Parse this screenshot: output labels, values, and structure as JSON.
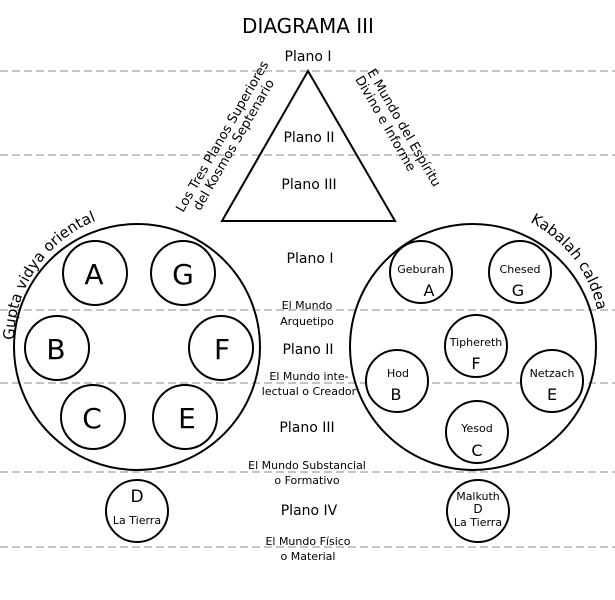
{
  "title": "DIAGRAMA III",
  "colors": {
    "line": "#000000",
    "dash": "#888888",
    "background": "#ffffff"
  },
  "triangle": {
    "plano_top": "Plano I",
    "plano_mid": "Plano II",
    "plano_low": "Plano III",
    "left_label_line1": "Los Tres Planos Superiores",
    "left_label_line2": "del Kosmos Septenario",
    "right_label_line1": "E Mundo del Espíritu",
    "right_label_line2": "Divino e Informe"
  },
  "center": {
    "plano1": "Plano I",
    "mundo1_line1": "El Mundo",
    "mundo1_line2": "Arquetipo",
    "plano2": "Plano II",
    "mundo2_line1": "El Mundo inte-",
    "mundo2_line2": "lectual o Creador",
    "plano3": "Plano III",
    "mundo3_line1": "El Mundo Substancial",
    "mundo3_line2": "o Formativo",
    "plano4": "Plano IV",
    "mundo4_line1": "El Mundo Físico",
    "mundo4_line2": "o Material"
  },
  "left_system": {
    "label": "Gupta vidya oriental",
    "circles": [
      "A",
      "G",
      "B",
      "F",
      "C",
      "E"
    ],
    "earth": {
      "letter": "D",
      "name": "La Tierra"
    }
  },
  "right_system": {
    "label": "Kabalah caldea",
    "sephiroth": [
      {
        "name": "Geburah",
        "letter": "A"
      },
      {
        "name": "Chesed",
        "letter": "G"
      },
      {
        "name": "Tiphereth",
        "letter": "F"
      },
      {
        "name": "Hod",
        "letter": "B"
      },
      {
        "name": "Netzach",
        "letter": "E"
      },
      {
        "name": "Yesod",
        "letter": "C"
      }
    ],
    "earth": {
      "name": "Malkuth",
      "letter": "D",
      "sub": "La Tierra"
    }
  }
}
